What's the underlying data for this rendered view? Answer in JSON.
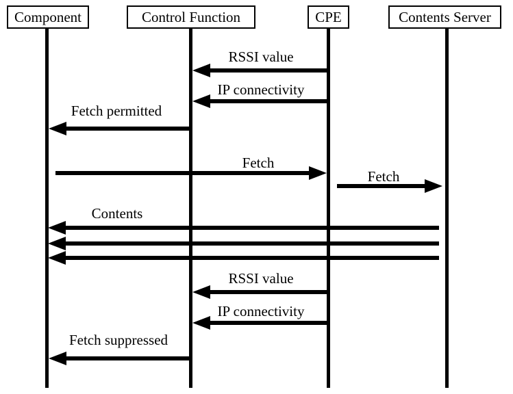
{
  "diagram": {
    "type": "sequence-diagram",
    "colors": {
      "ink": "#000000",
      "background": "#ffffff"
    },
    "actors": [
      {
        "label": "Component"
      },
      {
        "label": "Control Function"
      },
      {
        "label": "CPE"
      },
      {
        "label": "Contents Server"
      }
    ],
    "messages": [
      {
        "label": "RSSI value",
        "from": "CPE",
        "to": "Control Function",
        "direction": "left",
        "arrow_count": 1
      },
      {
        "label": "IP connectivity",
        "from": "CPE",
        "to": "Control Function",
        "direction": "left",
        "arrow_count": 1
      },
      {
        "label": "Fetch permitted",
        "from": "Control Function",
        "to": "Component",
        "direction": "left",
        "arrow_count": 1
      },
      {
        "label": "Fetch",
        "from": "Component",
        "to": "CPE",
        "direction": "right",
        "arrow_count": 1
      },
      {
        "label": "Fetch",
        "from": "CPE",
        "to": "Contents Server",
        "direction": "right",
        "arrow_count": 1
      },
      {
        "label": "Contents",
        "from": "Contents Server",
        "to": "Component",
        "direction": "left",
        "arrow_count": 3
      },
      {
        "label": "RSSI value",
        "from": "CPE",
        "to": "Control Function",
        "direction": "left",
        "arrow_count": 1
      },
      {
        "label": "IP connectivity",
        "from": "CPE",
        "to": "Control Function",
        "direction": "left",
        "arrow_count": 1
      },
      {
        "label": "Fetch suppressed",
        "from": "Control Function",
        "to": "Component",
        "direction": "left",
        "arrow_count": 1
      }
    ]
  }
}
